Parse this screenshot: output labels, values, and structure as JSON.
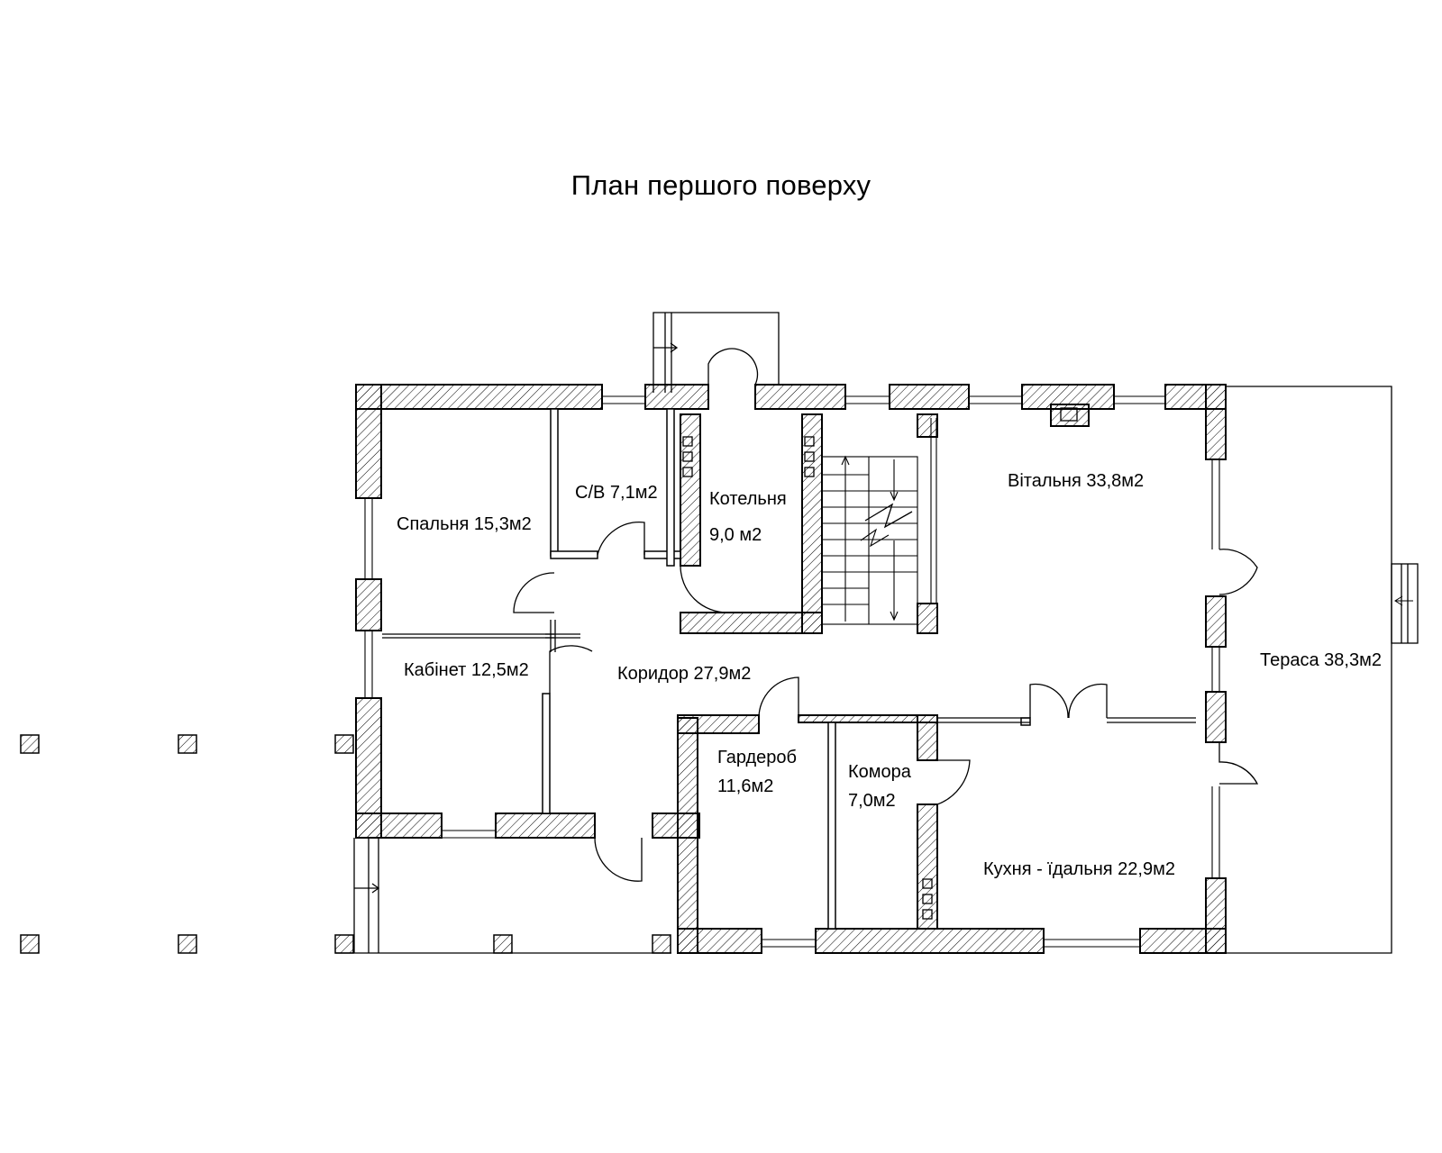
{
  "title": "План першого поверху",
  "rooms": {
    "bedroom": "Спальня 15,3м2",
    "bathroom": "С/В 7,1м2",
    "boiler_1": "Котельня",
    "boiler_2": "9,0 м2",
    "living": "Вітальня 33,8м2",
    "office": "Кабінет 12,5м2",
    "corridor": "Коридор 27,9м2",
    "wardrobe_1": "Гардероб",
    "wardrobe_2": "11,6м2",
    "pantry_1": "Комора",
    "pantry_2": "7,0м2",
    "kitchen": "Кухня - їдальня 22,9м2",
    "terrace": "Тераса 38,3м2"
  },
  "colors": {
    "line": "#000000",
    "hatch": "#000000",
    "background": "#ffffff"
  }
}
